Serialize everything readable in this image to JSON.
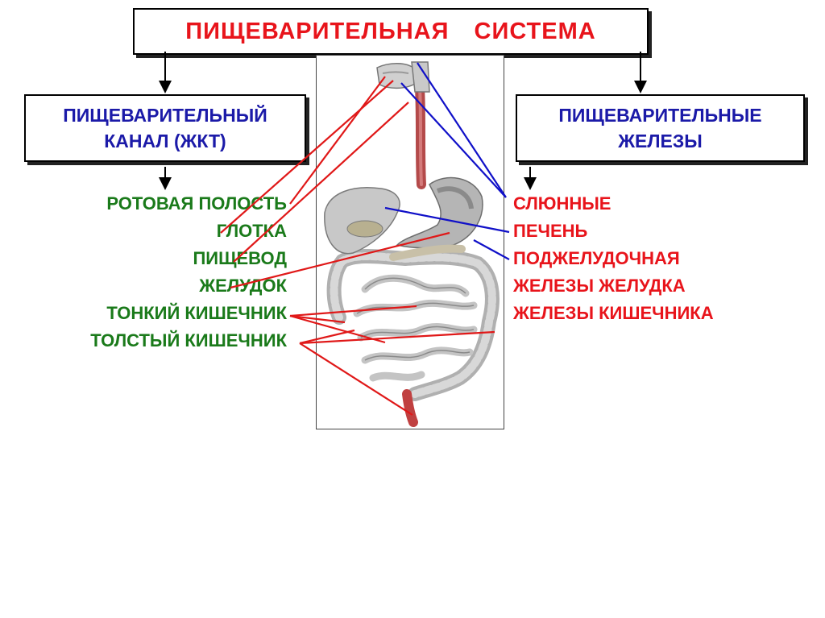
{
  "title": "ПИЩЕВАРИТЕЛЬНАЯ СИСТЕМА",
  "left_box": {
    "line1": "ПИЩЕВАРИТЕЛЬНЫЙ",
    "line2": "КАНАЛ (ЖКТ)"
  },
  "right_box": {
    "line1": "ПИЩЕВАРИТЕЛЬНЫЕ",
    "line2": "ЖЕЛЕЗЫ"
  },
  "canal_items": [
    "РОТОВАЯ ПОЛОСТЬ",
    "ГЛОТКА",
    "ПИЩЕВОД",
    "ЖЕЛУДОК",
    "ТОНКИЙ КИШЕЧНИК",
    "ТОЛСТЫЙ КИШЕЧНИК"
  ],
  "gland_items": [
    "СЛЮННЫЕ",
    "ПЕЧЕНЬ",
    "ПОДЖЕЛУДОЧНАЯ",
    "ЖЕЛЕЗЫ ЖЕЛУДКА",
    "ЖЕЛЕЗЫ КИШЕЧНИКА"
  ],
  "colors": {
    "title": "#e8141b",
    "box_text": "#1b1aa8",
    "canal": "#1a7a1a",
    "glands": "#e8141b",
    "red_line": "#e01818",
    "blue_line": "#1010c8"
  }
}
